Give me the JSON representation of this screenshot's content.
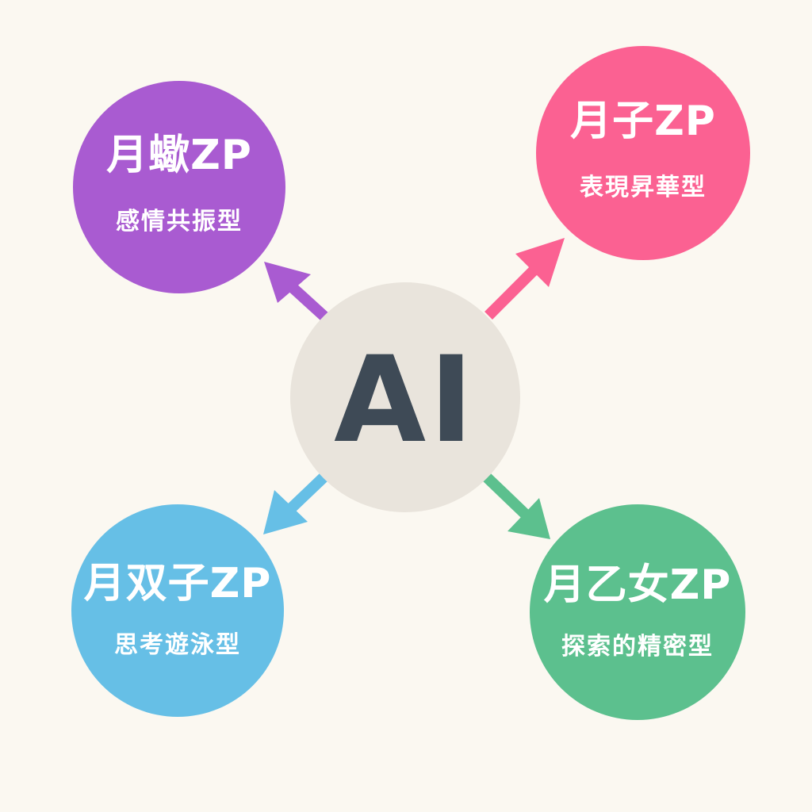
{
  "center": {
    "label": "AI"
  },
  "nodes": {
    "purple": {
      "title": "月蠍ZP",
      "subtitle": "感情共振型",
      "color": "#a95bd1"
    },
    "pink": {
      "title": "月子ZP",
      "subtitle": "表現昇華型",
      "color": "#fb6192"
    },
    "blue": {
      "title": "月双子ZP",
      "subtitle": "思考遊泳型",
      "color": "#66bfe6"
    },
    "green": {
      "title": "月乙女ZP",
      "subtitle": "探索的精密型",
      "color": "#5cc08e"
    }
  },
  "background_color": "#fbf8f1",
  "center_color": "#e9e4dc",
  "center_text_color": "#3e4a56"
}
